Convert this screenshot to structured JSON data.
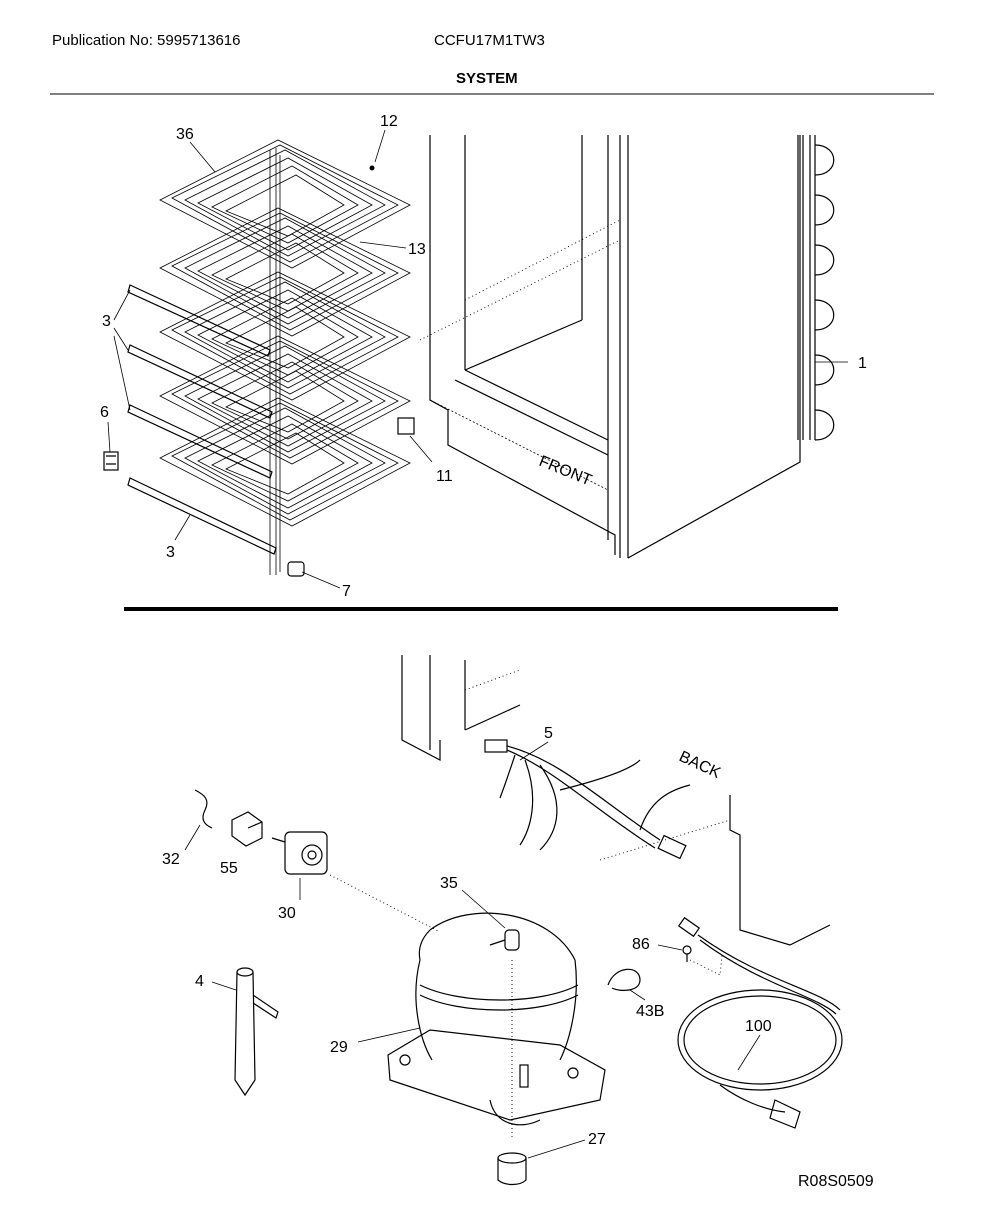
{
  "header": {
    "publication": "Publication No: 5995713616",
    "model": "CCFU17M1TW3",
    "section_title": "SYSTEM"
  },
  "callouts": {
    "c36": "36",
    "c12": "12",
    "c13": "13",
    "c3a": "3",
    "c6": "6",
    "c3b": "3",
    "c11": "11",
    "c7": "7",
    "c1": "1",
    "c5": "5",
    "c32": "32",
    "c55": "55",
    "c30": "30",
    "c35": "35",
    "c86": "86",
    "c43b": "43B",
    "c4": "4",
    "c29": "29",
    "c100": "100",
    "c27": "27"
  },
  "diagram_text": {
    "front": "FRONT",
    "back": "BACK"
  },
  "footer": {
    "drawing_code": "R08S0509"
  }
}
